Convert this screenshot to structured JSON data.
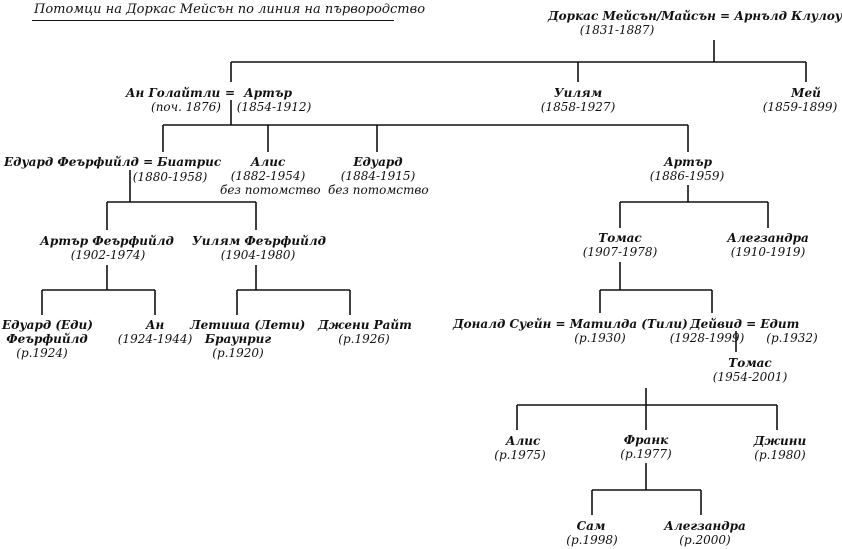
{
  "heading": "Потомци на Доркас Мейсън по линия на първородство",
  "nodes": {
    "dorkas_couple": "Доркас Мейсън/Майсън = Арнълд Клулоу",
    "dorkas_dates": "(1831-1887)",
    "an_golaitli": "Ан Голайтли",
    "an_golaitli_dates": "(поч. 1876)",
    "eq1": "=",
    "artur1": "Артър",
    "artur1_dates": "(1854-1912)",
    "uiliam1": "Уилям",
    "uiliam1_dates": "(1858-1927)",
    "mei": "Мей",
    "mei_dates": "(1859-1899)",
    "eduard_f_couple": "Едуард Феърфийлд = Биатрис",
    "biatris_dates": "(1880-1958)",
    "alis1": "Алис",
    "alis1_dates": "(1882-1954)",
    "alis1_note": "без потомство",
    "eduard1": "Едуард",
    "eduard1_dates": "(1884-1915)",
    "eduard1_note": "без потомство",
    "artur2": "Артър",
    "artur2_dates": "(1886-1959)",
    "artur_f": "Артър Феърфийлд",
    "artur_f_dates": "(1902-1974)",
    "uiliam_f": "Уилям Феърфийлд",
    "uiliam_f_dates": "(1904-1980)",
    "tomas1": "Томас",
    "tomas1_dates": "(1907-1978)",
    "aleksandra1": "Алегзандра",
    "aleksandra1_dates": "(1910-1919)",
    "eduard_edi_1": "Едуард (Еди)",
    "eduard_edi_2": "Феърфийлд",
    "eduard_edi_dates": "(р.1924)",
    "an2": "Ан",
    "an2_dates": "(1924-1944)",
    "letisha_1": "Летиша (Лети)",
    "letisha_2": "Браунриг",
    "letisha_dates": "(р.1920)",
    "djeni_rait": "Джени Райт",
    "djeni_rait_dates": "(р.1926)",
    "donald_couple": "Доналд Суейн = Матилда (Тили)",
    "matilda_dates": "(р.1930)",
    "deivid_couple": "Дейвид = Едит",
    "deivid_dates": "(1928-1999)",
    "edit_dates": "(р.1932)",
    "tomas2": "Томас",
    "tomas2_dates": "(1954-2001)",
    "alis2": "Алис",
    "alis2_dates": "(р.1975)",
    "frank": "Франк",
    "frank_dates": "(р.1977)",
    "djini": "Джини",
    "djini_dates": "(р.1980)",
    "sam": "Сам",
    "sam_dates": "(р.1998)",
    "aleksandra2": "Алегзандра",
    "aleksandra2_dates": "(р.2000)"
  }
}
